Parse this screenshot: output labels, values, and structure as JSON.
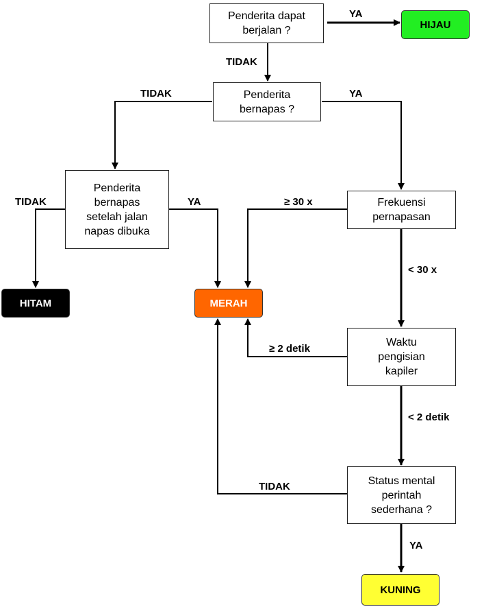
{
  "nodes": {
    "walk": "Penderita dapat\nberjalan ?",
    "breathe": "Penderita\nbernapas ?",
    "after_airway": "Penderita\nbernapas\nsetelah jalan\nnapas dibuka",
    "resp_rate": "Frekuensi\npernapasan",
    "cap_refill": "Waktu\npengisian\nkapiler",
    "mental": "Status mental\nperintah\nsederhana ?"
  },
  "outcomes": {
    "hijau": {
      "label": "HIJAU",
      "color": "#22ee22",
      "text_color": "#000000"
    },
    "hitam": {
      "label": "HITAM",
      "color": "#000000",
      "text_color": "#ffffff"
    },
    "merah": {
      "label": "MERAH",
      "color": "#ff6600",
      "text_color": "#ffffff"
    },
    "kuning": {
      "label": "KUNING",
      "color": "#ffff33",
      "text_color": "#000000"
    }
  },
  "edge_labels": {
    "walk_ya": "YA",
    "walk_tidak": "TIDAK",
    "breathe_tidak": "TIDAK",
    "breathe_ya": "YA",
    "airway_tidak": "TIDAK",
    "airway_ya": "YA",
    "resp_ge30": "≥ 30 x",
    "resp_lt30": "< 30 x",
    "cap_ge2": "≥ 2 detik",
    "cap_lt2": "< 2 detik",
    "mental_tidak": "TIDAK",
    "mental_ya": "YA"
  }
}
